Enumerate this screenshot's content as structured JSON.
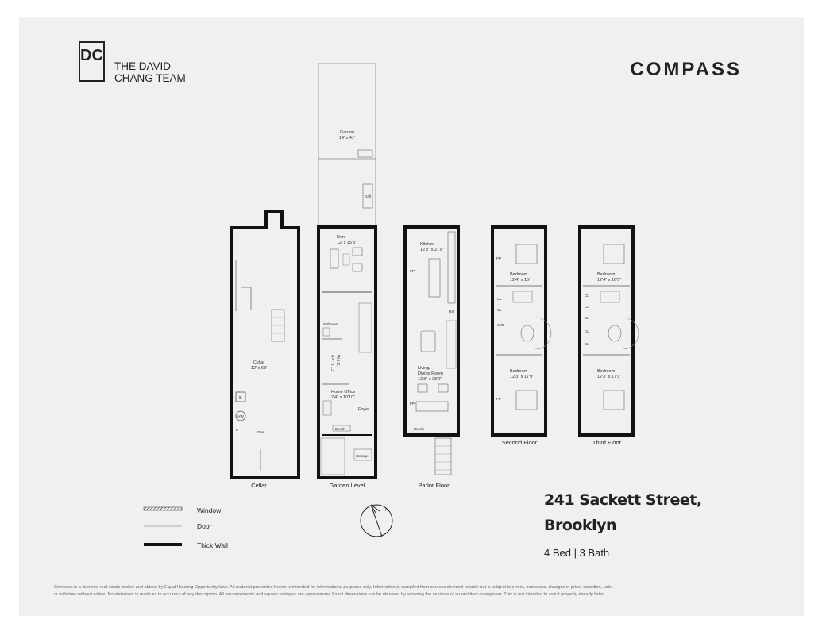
{
  "logo": {
    "monogram": "DC",
    "line1": "THE DAVID",
    "line2": "CHANG TEAM"
  },
  "brand": {
    "name": "COMPASS"
  },
  "floors": {
    "cellar": {
      "caption": "Cellar",
      "room": "Cellar",
      "dims": "12' x 63'",
      "b_label": "B",
      "hw_label": "HW",
      "e_label": "E",
      "gas_label": "Gas"
    },
    "garden": {
      "caption": "Garden Level",
      "garden_room": "Garden",
      "garden_dims": "14' x 41'",
      "grill": "Grill",
      "den": "Den",
      "den_dims": "12' x 15'3\"",
      "wic": "W.I.C.",
      "wic_dims": "4'4\" x 13'",
      "bath": "Bathroom",
      "office": "Home Office",
      "office_dims": "7'4\" x 10'10\"",
      "foyer": "Foyer",
      "bench": "Bench",
      "storage": "Storage"
    },
    "parlor": {
      "caption": "Parlor Floor",
      "kitchen": "Kitchen",
      "kitchen_dims": "12'3\" x 21'8\"",
      "fp1": "FP",
      "ref": "Ref",
      "living": "Living/",
      "dining": "Dining Room",
      "living_dims": "12'3\" x 28'9\"",
      "fp2": "FP",
      "bench": "Bench"
    },
    "second": {
      "caption": "Second Floor",
      "bed1": "Bedroom",
      "bed1_dims": "12'4\" x 15'",
      "bed2": "Bedroom",
      "bed2_dims": "12'3\" x 17'9\"",
      "fp1": "FP",
      "fp2": "FP",
      "cl1": "CL",
      "cl2": "CL",
      "wd": "W/D"
    },
    "third": {
      "caption": "Third Floor",
      "bed1": "Bedroom",
      "bed1_dims": "12'4\" x 16'0\"",
      "bed2": "Bedroom",
      "bed2_dims": "12'3\" x 17'9\"",
      "cl1": "CL",
      "cl2": "CL",
      "cl3": "CL",
      "cl4": "CL",
      "cl5": "CL"
    }
  },
  "legend": {
    "window": "Window",
    "door": "Door",
    "thick_wall": "Thick Wall"
  },
  "compass_rose": {
    "north": "N"
  },
  "property": {
    "address_line1": "241 Sackett Street,",
    "address_line2": "Brooklyn",
    "beds_baths": "4 Bed | 3 Bath"
  },
  "disclaimer": {
    "line1": "Compass is a licensed real estate broker and abides by Equal Housing Opportunity laws. All material presented herein is intended for informational purposes only. Information is compiled from sources deemed reliable but is subject to errors, omissions, changes in price, condition, sale,",
    "line2": "or withdraw without notice. No statement is made as to accuracy of any description. All measurements and square footages are approximate. Exact dimensions can be obtained by retaining the services of an architect or engineer. This is not intended to solicit property already listed."
  },
  "colors": {
    "sheet": "#f0f0f0",
    "wall": "#111111",
    "line": "#777777"
  }
}
